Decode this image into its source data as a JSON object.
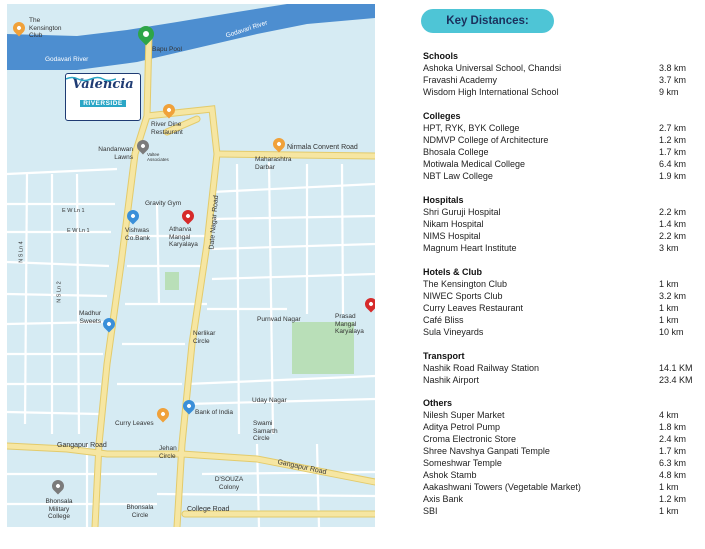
{
  "map": {
    "logo": {
      "title": "Valencia",
      "subtitle": "RIVERSIDE"
    },
    "rivers": [
      "Godavari River",
      "Godavari River"
    ],
    "roads": [
      "Nirmala Convent Road",
      "Date Nagar Road",
      "Gangapur Road",
      "Gangapur Road",
      "College Road",
      "E W Ln 1",
      "E W Ln 1",
      "N S Ln 4",
      "N S Ln 2"
    ],
    "places": [
      "The Kensington Club",
      "Bapu Pool",
      "River Dine Restaurant",
      "Nandanwan Lawns",
      "Valtee Associates",
      "Maharashtra Darbar",
      "Gravity Gym",
      "Vishwas Co.Bank",
      "Atharva Mangal Karyalaya",
      "Madhur Sweets",
      "Nerlikar Circle",
      "Purnvad Nagar",
      "Prasad Mangal Karyalaya",
      "Uday Nagar",
      "Curry Leaves",
      "Bank of India",
      "Swami Samarth Circle",
      "Jehan Circle",
      "D'SOUZA Colony",
      "Bhonsala Military College",
      "Bhonsala Circle"
    ],
    "colors": {
      "water": "#d6ebf3",
      "road": "#f6e6a2",
      "road_edge": "#e3cb6b",
      "street": "#ffffff",
      "river": "#4d8ed0",
      "park": "#b9dfb8"
    }
  },
  "panel": {
    "title": "Key Distances:",
    "sections": [
      {
        "title": "Schools",
        "rows": [
          {
            "name": "Ashoka Universal School, Chandsi",
            "dist": "3.8 km"
          },
          {
            "name": "Fravashi Academy",
            "dist": "3.7 km"
          },
          {
            "name": "Wisdom High International School",
            "dist": "9 km"
          }
        ]
      },
      {
        "title": "Colleges",
        "rows": [
          {
            "name": "HPT, RYK, BYK College",
            "dist": "2.7 km"
          },
          {
            "name": "NDMVP College of Architecture",
            "dist": "1.2 km"
          },
          {
            "name": "Bhosala College",
            "dist": "1.7 km"
          },
          {
            "name": "Motiwala Medical College",
            "dist": "6.4 km"
          },
          {
            "name": "NBT Law College",
            "dist": "1.9 km"
          }
        ]
      },
      {
        "title": "Hospitals",
        "rows": [
          {
            "name": "Shri Guruji Hospital",
            "dist": "2.2 km"
          },
          {
            "name": "Nikam Hospital",
            "dist": "1.4 km"
          },
          {
            "name": "NIMS Hospital",
            "dist": "2.2 km"
          },
          {
            "name": "Magnum Heart Institute",
            "dist": "3 km"
          }
        ]
      },
      {
        "title": "Hotels & Club",
        "rows": [
          {
            "name": "The Kensington Club",
            "dist": "1 km"
          },
          {
            "name": "NIWEC Sports Club",
            "dist": "3.2 km"
          },
          {
            "name": "Curry Leaves Restaurant",
            "dist": "1 km"
          },
          {
            "name": "Café Bliss",
            "dist": "1 km"
          },
          {
            "name": "Sula Vineyards",
            "dist": "10 km"
          }
        ]
      },
      {
        "title": "Transport",
        "rows": [
          {
            "name": "Nashik Road Railway Station",
            "dist": "14.1 KM"
          },
          {
            "name": "Nashik Airport",
            "dist": "23.4 KM"
          }
        ]
      },
      {
        "title": "Others",
        "rows": [
          {
            "name": "Nilesh Super Market",
            "dist": "4 km"
          },
          {
            "name": "Aditya Petrol Pump",
            "dist": "1.8 km"
          },
          {
            "name": "Croma Electronic Store",
            "dist": "2.4 km"
          },
          {
            "name": "Shree Navshya Ganpati Temple",
            "dist": "1.7 km"
          },
          {
            "name": "Someshwar Temple",
            "dist": "6.3 km"
          },
          {
            "name": "Ashok Stamb",
            "dist": "4.8 km"
          },
          {
            "name": "Aakashwani Towers (Vegetable Market)",
            "dist": "1 km"
          },
          {
            "name": "Axis Bank",
            "dist": "1.2 km"
          },
          {
            "name": "SBI",
            "dist": "1 km"
          }
        ]
      }
    ]
  }
}
